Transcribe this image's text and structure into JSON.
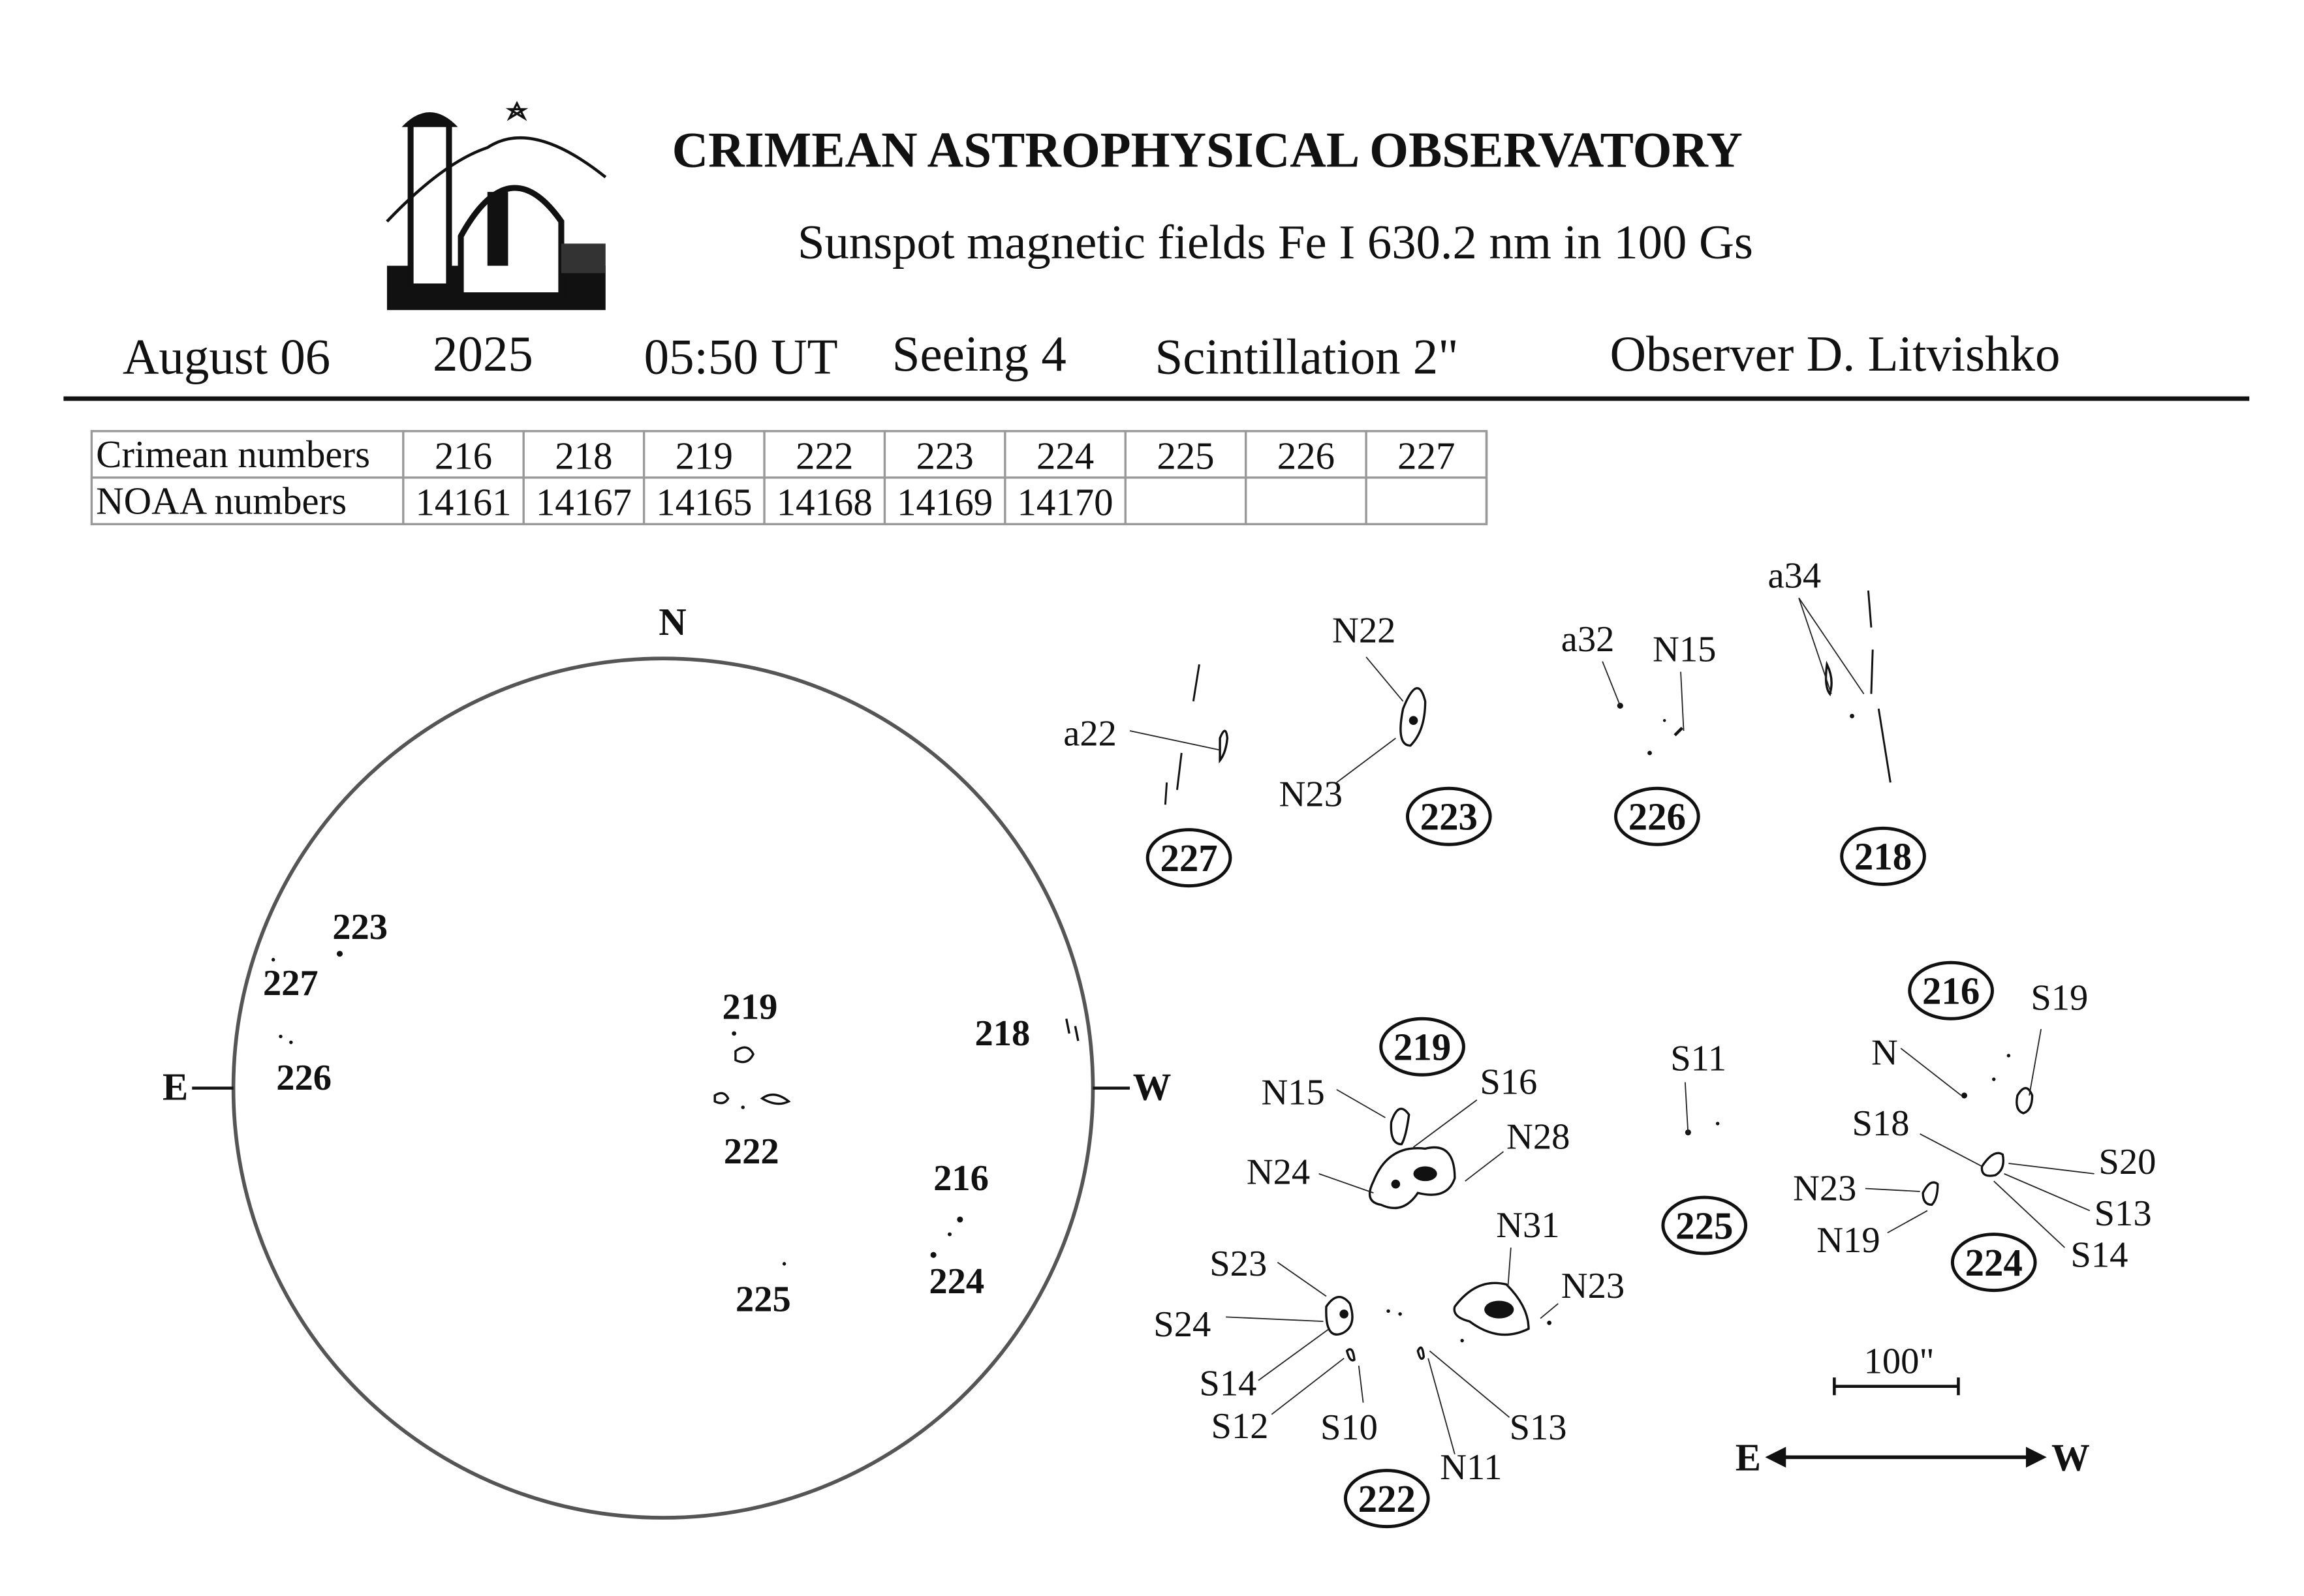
{
  "header": {
    "title": "CRIMEAN ASTROPHYSICAL OBSERVATORY",
    "subtitle": "Sunspot  magnetic  fields  Fe I 630.2 nm in 100 Gs",
    "date": "August 06",
    "year": "2025",
    "time": "05:50 UT",
    "seeing": "Seeing 4",
    "scintillation": "Scintillation  2\"",
    "observer": "Observer D. Litvishko"
  },
  "table": {
    "row_labels": [
      "Crimean numbers",
      "NOAA numbers"
    ],
    "crimean": [
      "216",
      "218",
      "219",
      "222",
      "223",
      "224",
      "225",
      "226",
      "227"
    ],
    "noaa": [
      "14161",
      "14167",
      "14165",
      "14168",
      "14169",
      "14170",
      "",
      "",
      ""
    ]
  },
  "disk": {
    "north": "N",
    "east": "E",
    "west": "W",
    "regions": [
      "223",
      "227",
      "226",
      "219",
      "222",
      "218",
      "216",
      "224",
      "225"
    ]
  },
  "groups": [
    {
      "number": "227",
      "spots": [
        "a22"
      ]
    },
    {
      "number": "223",
      "spots": [
        "N22",
        "N23"
      ]
    },
    {
      "number": "226",
      "spots": [
        "a32",
        "N15"
      ]
    },
    {
      "number": "218",
      "spots": [
        "a34"
      ]
    },
    {
      "number": "219",
      "spots": [
        "N15",
        "S16",
        "N28",
        "N24"
      ]
    },
    {
      "number": "222",
      "spots": [
        "N31",
        "N23",
        "S23",
        "S24",
        "S14",
        "S12",
        "S10",
        "N11",
        "S13"
      ]
    },
    {
      "number": "225",
      "spots": [
        "S11"
      ]
    },
    {
      "number": "216",
      "spots": [
        "N",
        "S19"
      ]
    },
    {
      "number": "224",
      "spots": [
        "S18",
        "S20",
        "N23",
        "S13",
        "N19",
        "S14"
      ]
    }
  ],
  "scale": {
    "label": "100\"",
    "east": "E",
    "west": "W"
  }
}
